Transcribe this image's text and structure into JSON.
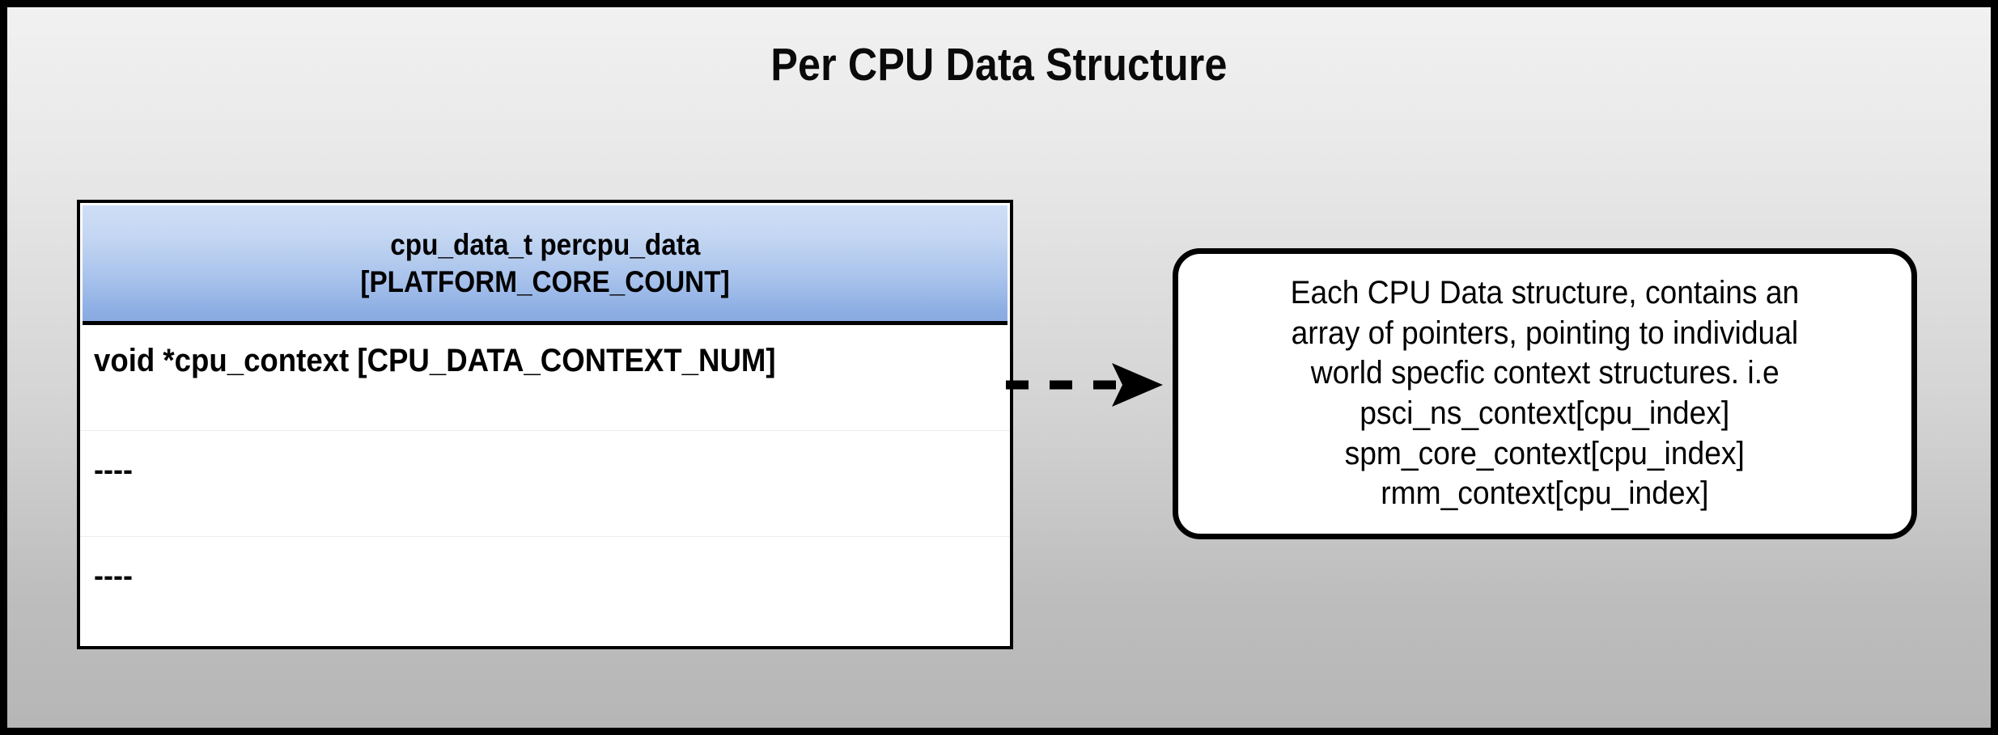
{
  "title": "Per CPU Data Structure",
  "class_box": {
    "header_lines": [
      "cpu_data_t percpu_data",
      "[PLATFORM_CORE_COUNT]"
    ],
    "rows": [
      {
        "text": "void *cpu_context [CPU_DATA_CONTEXT_NUM]",
        "style": "member"
      },
      {
        "text": "----",
        "style": "dashes"
      },
      {
        "text": "----",
        "style": "dashes"
      }
    ],
    "header_gradient_top": "#cfdef6",
    "header_gradient_bottom": "#88aae0",
    "border_color": "#000000",
    "body_color": "#ffffff"
  },
  "connector": {
    "kind": "dashed-arrow",
    "direction": "right",
    "color": "#000000",
    "dash_count": 3
  },
  "callout": {
    "lines": [
      "Each CPU Data structure, contains an",
      "array of pointers, pointing to individual",
      "world specfic context structures. i.e",
      "psci_ns_context[cpu_index]",
      "spm_core_context[cpu_index]",
      "rmm_context[cpu_index]"
    ],
    "border_color": "#000000",
    "background": "#ffffff"
  },
  "canvas": {
    "background_top": "#f1f1f1",
    "background_bottom": "#b6b6b6",
    "frame_color": "#000000"
  }
}
